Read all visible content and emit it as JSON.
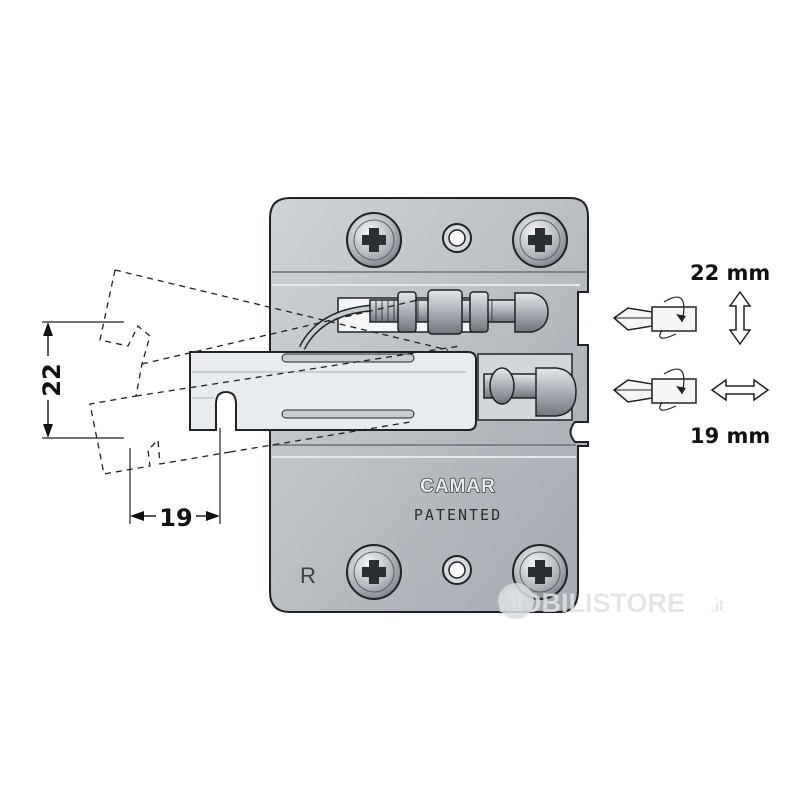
{
  "diagram": {
    "dimension_vertical": "22",
    "dimension_horizontal": "19",
    "adjust_vertical_label": "22 mm",
    "adjust_horizontal_label": "19 mm",
    "brand_text": "CAMAR",
    "patent_text": "PATENTED",
    "side_marker": "R",
    "watermark_main": "MOBILISTORE",
    "watermark_suffix": ".it"
  },
  "colors": {
    "plate": "#b9bec3",
    "plate_dark": "#8e949a",
    "outline": "#1f2326",
    "dash": "#222222",
    "ink": "#111111"
  }
}
